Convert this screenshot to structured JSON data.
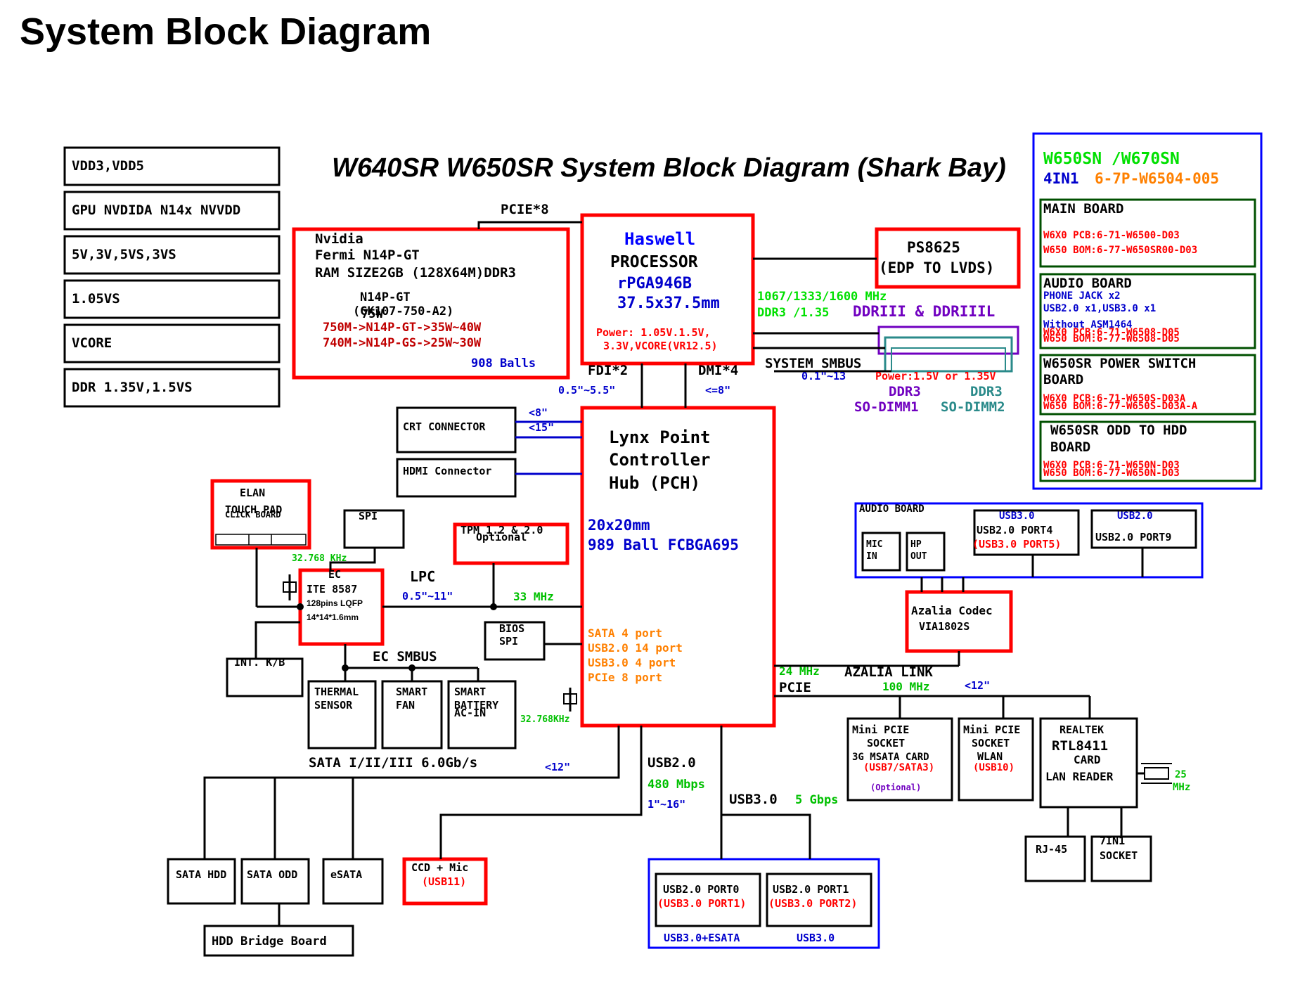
{
  "page_title": "System Block Diagram",
  "diagram_title": "W640SR W650SR System Block Diagram (Shark Bay)",
  "colors": {
    "red": "#ff0000",
    "blue": "#0000ff",
    "green": "#00e000",
    "orange": "#ff8000",
    "dark_green": "#005000",
    "teal": "#2a8a8a",
    "purple": "#7000c0",
    "navy": "#0000cc",
    "dark_red": "#c00000"
  },
  "power_rails": [
    "VDD3,VDD5",
    "GPU NVDIDA N14x NVVDD",
    "5V,3V,5VS,3VS",
    "1.05VS",
    "VCORE",
    "DDR 1.35V,1.5VS"
  ],
  "gpu": {
    "line1": "Nvidia",
    "line2": "Fermi N14P-GT",
    "line3": "RAM SIZE2GB (128X64M)DDR3",
    "line4": "N14P-GT",
    "line5a": "(GK107-750-A2)",
    "line5b": "75W",
    "l6": "750M->N14P-GT->35W~40W",
    "l7": "740M->N14P-GS->25W~30W",
    "balls": "908 Balls"
  },
  "bus_pcie8": "PCIE*8",
  "cpu": {
    "name": "Haswell",
    "line2": "PROCESSOR",
    "line3": "rPGA946B",
    "line4": "37.5x37.5mm",
    "power1": "Power: 1.05V.1.5V,",
    "power2": "3.3V,VCORE(VR12.5)"
  },
  "ps8625": {
    "line1": "PS8625",
    "line2": "(EDP TO LVDS)"
  },
  "ddr": {
    "freq": "1067/1333/1600 MHz",
    "ddr3_volt": "DDR3 /1.35",
    "title": "DDRIII & DDRIIIL",
    "smbus": "SYSTEM SMBUS",
    "smbus_len": "0.1\"~13",
    "power": "Power:1.5V or 1.35V",
    "slot1a": "DDR3",
    "slot1b": "SO-DIMM1",
    "slot2a": "DDR3",
    "slot2b": "SO-DIMM2"
  },
  "fdi": "FDI*2",
  "dmi": "DMI*4",
  "fdi_len": "0.5\"~5.5\"",
  "dmi_len": "<=8\"",
  "crt": "CRT CONNECTOR",
  "crt_len1": "<8\"",
  "crt_len2": "<15\"",
  "hdmi": "HDMI Connector",
  "pch": {
    "l1": "Lynx Point",
    "l2": "Controller",
    "l3": "Hub (PCH)",
    "size": "20x20mm",
    "ball": "989 Ball FCBGA695",
    "sata": "SATA 4 port",
    "usb2": "USB2.0 14 port",
    "usb3": "USB3.0 4 port",
    "pcie": "PCIe 8 port",
    "xtal": "32.768KHz"
  },
  "right_panel": {
    "title": "W650SN /W670SN",
    "sub_a": "4IN1",
    "sub_b": "6-7P-W6504-005",
    "main": {
      "title": "MAIN BOARD",
      "pcb": "W6X0 PCB:6-71-W6500-D03",
      "bom": "W650 BOM:6-77-W650SR00-D03"
    },
    "audio": {
      "title": "AUDIO BOARD",
      "l1": "PHONE JACK x2",
      "l2": "USB2.0 x1,USB3.0 x1",
      "l3": "Without ASM1464",
      "pcb": "W6X0 PCB:6-71-W6508-D05",
      "bom": "W650 BOM:6-77-W6508-D05"
    },
    "power": {
      "t1": "W650SR POWER SWITCH",
      "t2": "BOARD",
      "pcb": "W6X0 PCB:6-71-W650S-D03A",
      "bom": "W650 BOM:6-77-W650S-D03A-A"
    },
    "odd": {
      "t1": "W650SR ODD TO HDD",
      "t2": "BOARD",
      "pcb": "W6X0 PCB:6-71-W650N-D03",
      "bom": "W650 BOM:6-77-W650N-D03"
    }
  },
  "elan": {
    "l1": "ELAN",
    "l2": "TOUCH PAD",
    "l3": "CLICK BOARD"
  },
  "spi": "SPI",
  "tpm": {
    "l1": "TPM 1.2 & 2.0",
    "l2": "Optional"
  },
  "ec": {
    "xtal": "32.768 KHz",
    "l1": "EC",
    "l2": "ITE 8587",
    "l3": "128pins LQFP",
    "l4": "14*14*1.6mm"
  },
  "lpc": "LPC",
  "lpc_len": "0.5\"~11\"",
  "lpc_freq": "33 MHz",
  "bios": {
    "l1": "BIOS",
    "l2": "SPI"
  },
  "kb": "INT. K/B",
  "ec_smbus": "EC SMBUS",
  "thermal": {
    "l1": "THERMAL",
    "l2": "SENSOR"
  },
  "fan": {
    "l1": "SMART",
    "l2": "FAN"
  },
  "battery": {
    "l1": "SMART",
    "l2": "BATTERY",
    "l3": "AC-IN"
  },
  "audio_board": {
    "title": "AUDIO BOARD",
    "mic1": "MIC",
    "mic2": "IN",
    "hp1": "HP",
    "hp2": "OUT",
    "p4a": "USB3.0",
    "p4b": "USB2.0 PORT4",
    "p4c": "(USB3.0 PORT5)",
    "p9a": "USB2.0",
    "p9b": "USB2.0 PORT9"
  },
  "codec": {
    "l1": "Azalia Codec",
    "l2": "VIA1802S"
  },
  "azalia": {
    "freq": "24 MHz",
    "label": "AZALIA LINK"
  },
  "pcie_bus": {
    "label": "PCIE",
    "freq": "100 MHz",
    "len": "<12\""
  },
  "minipcie1": {
    "l1": "Mini PCIE",
    "l2": "SOCKET",
    "l3": "3G MSATA CARD",
    "l4": "(USB7/SATA3)",
    "l5": "(Optional)"
  },
  "minipcie2": {
    "l1": "Mini PCIE",
    "l2": "SOCKET",
    "l3": "WLAN",
    "l4": "(USB10)"
  },
  "realtek": {
    "l1": "REALTEK",
    "l2": "RTL8411",
    "l3": "CARD",
    "l4": "LAN READER",
    "xtal1": "25",
    "xtal2": "MHz"
  },
  "rj45": "RJ-45",
  "in1": {
    "l1": "7IN1",
    "l2": "SOCKET"
  },
  "sata_bus": {
    "label": "SATA I/II/III 6.0Gb/s",
    "len": "<12\""
  },
  "usb2_bus": {
    "label": "USB2.0",
    "rate": "480 Mbps",
    "len": "1\"~16\""
  },
  "usb3_bus": {
    "label": "USB3.0",
    "rate": "5 Gbps"
  },
  "sata_hdd": "SATA HDD",
  "sata_odd": "SATA ODD",
  "esata": "eSATA",
  "hdd_bridge": "HDD Bridge Board",
  "ccd": {
    "l1": "CCD + Mic",
    "l2": "(USB11)"
  },
  "usb_ports": {
    "p0a": "USB2.0 PORT0",
    "p0b": "(USB3.0 PORT1)",
    "p1a": "USB2.0 PORT1",
    "p1b": "(USB3.0 PORT2)",
    "lbl0": "USB3.0+ESATA",
    "lbl1": "USB3.0"
  }
}
